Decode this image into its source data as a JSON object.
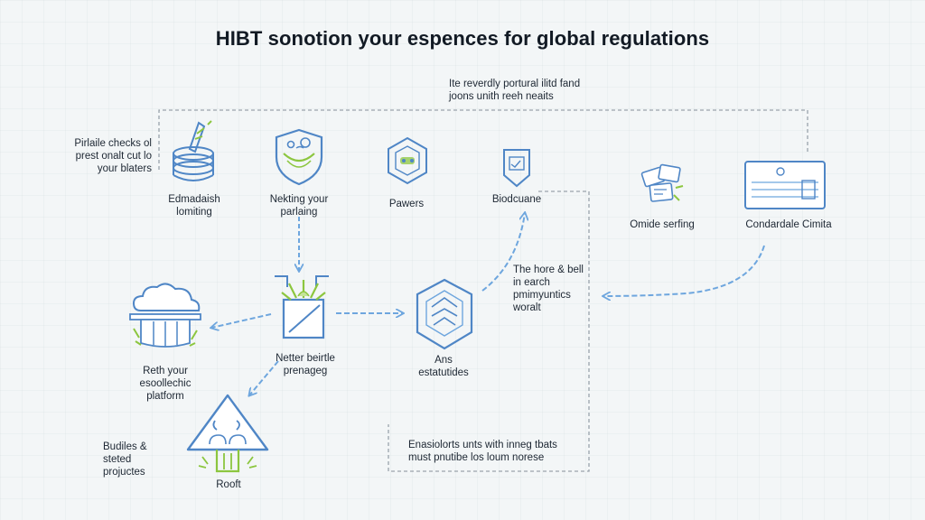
{
  "title": "HIBT sonotion your espences for global regulations",
  "nodes": {
    "stack": {
      "lines": [
        "Edmadaish",
        "lomiting"
      ]
    },
    "shield": {
      "lines": [
        "Nekting your",
        "parlaing"
      ]
    },
    "hex": {
      "lines": [
        "Pawers"
      ]
    },
    "badge": {
      "lines": [
        "Biodcuane"
      ]
    },
    "notes": {
      "lines": [
        "Omide serfing"
      ]
    },
    "monitor": {
      "lines": [
        "Condardale Cimita"
      ]
    },
    "box": {
      "lines": [
        "Netter beirtle",
        "prenageg"
      ]
    },
    "cloud": {
      "lines": [
        "Reth your",
        "esoollechic",
        "platform"
      ]
    },
    "octagon": {
      "lines": [
        "Ans",
        "estatutides"
      ]
    },
    "tent": {
      "lines": [
        "Rooft"
      ]
    }
  },
  "annotations": {
    "top": [
      "Ite reverdly portural ilitd fand",
      "joons unith reeh neaits"
    ],
    "left": [
      "Pirlaile checks ol",
      "prest onalt cut lo",
      "your blaters"
    ],
    "middle": [
      "The hore & bell",
      "in earch",
      "pmimyuntics",
      "woralt"
    ],
    "bottom_left": [
      "Budiles &",
      "steted",
      "projuctes"
    ],
    "bottom": [
      "Enasiolorts unts with inneg tbats",
      "must pnutibe los loum norese"
    ]
  },
  "colors": {
    "line_blue": "#6ea6de",
    "icon_blue": "#4f86c6",
    "accent_green": "#8cc63f",
    "dash_gray": "#9aa3ab"
  }
}
